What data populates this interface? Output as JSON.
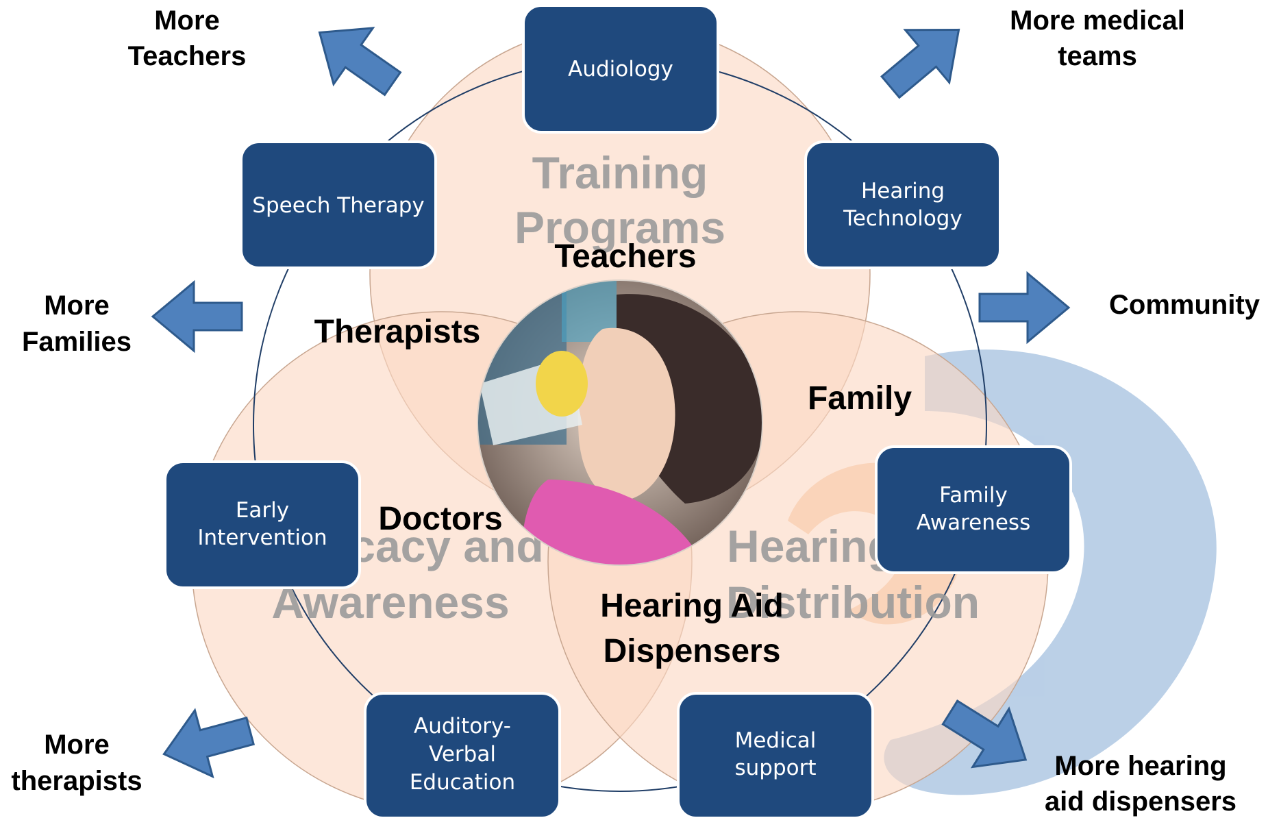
{
  "colors": {
    "box_fill": "#1f497d",
    "box_border": "#ffffff",
    "circle_fill": "#fbd9c3",
    "circle_stroke": "#c8a690",
    "connector": "#1f3d66",
    "arrow_fill": "#4f81bd",
    "arrow_stroke": "#2e5a8c",
    "watermark_text": "#9a9a9a",
    "ear_logo_blue": "#b7cde6",
    "ear_logo_orange": "#f3b98a"
  },
  "circles": {
    "top": {
      "label_line1": "Training",
      "label_line2": "Programs"
    },
    "left": {
      "label_line1": "Advocacy and",
      "label_line2": "Awareness"
    },
    "right": {
      "label_line1": "Hearing Aid",
      "label_line2": "Distribution"
    }
  },
  "center_photo": {
    "description_icon": "baby-drinking-photo"
  },
  "roles": {
    "teachers": "Teachers",
    "therapists": "Therapists",
    "family": "Family",
    "doctors": "Doctors",
    "dispensers_line1": "Hearing Aid",
    "dispensers_line2": "Dispensers"
  },
  "boxes": {
    "audiology": [
      "Audiology"
    ],
    "speech_therapy": [
      "Speech Therapy"
    ],
    "hearing_technology": [
      "Hearing",
      "Technology"
    ],
    "early_intervention": [
      "Early",
      "Intervention"
    ],
    "family_awareness": [
      "Family",
      "Awareness"
    ],
    "auditory_verbal": [
      "Auditory-",
      "Verbal",
      "Education"
    ],
    "medical_support": [
      "Medical",
      "support"
    ]
  },
  "outcomes": {
    "more_teachers": [
      "More",
      "Teachers"
    ],
    "more_medical_teams": [
      "More medical",
      "teams"
    ],
    "more_families": [
      "More",
      "Families"
    ],
    "community": [
      "Community"
    ],
    "more_therapists": [
      "More",
      "therapists"
    ],
    "more_hearing_aid_dispensers": [
      "More hearing",
      "aid dispensers"
    ]
  },
  "arrow_icons": [
    "arrow-up-left-icon",
    "arrow-up-right-icon",
    "arrow-left-icon",
    "arrow-right-icon",
    "arrow-down-left-icon",
    "arrow-down-right-icon"
  ]
}
